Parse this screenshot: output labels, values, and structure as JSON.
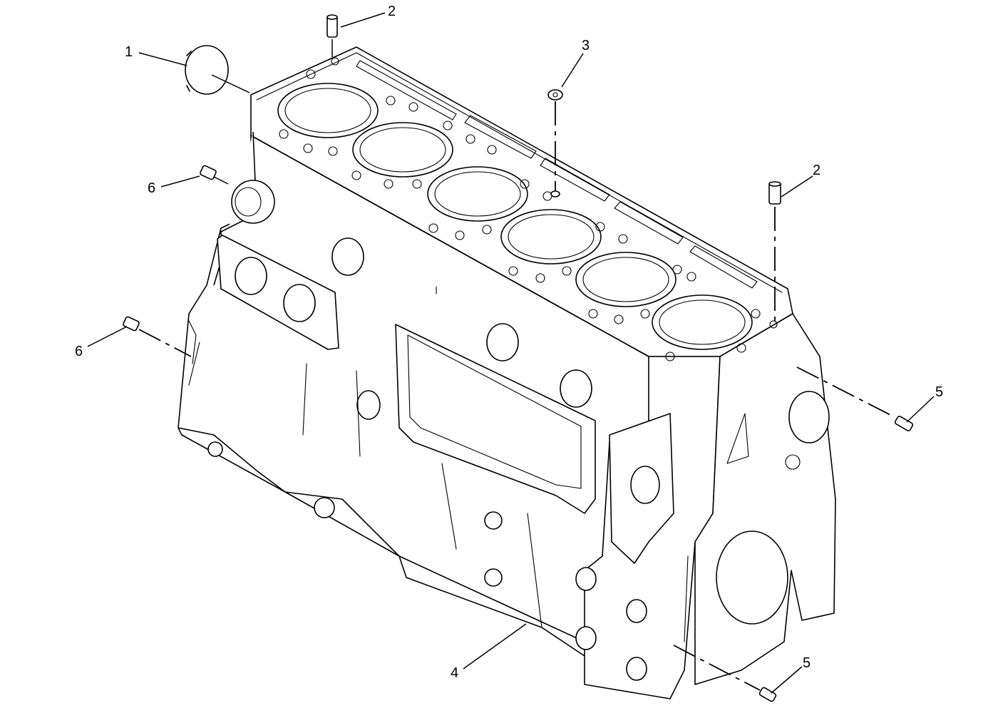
{
  "diagram": {
    "callouts": [
      {
        "id": "c1",
        "label": "1"
      },
      {
        "id": "c2a",
        "label": "2"
      },
      {
        "id": "c2b",
        "label": "2"
      },
      {
        "id": "c3",
        "label": "3"
      },
      {
        "id": "c4",
        "label": "4"
      },
      {
        "id": "c5a",
        "label": "5"
      },
      {
        "id": "c5b",
        "label": "5"
      },
      {
        "id": "c6a",
        "label": "6"
      },
      {
        "id": "c6b",
        "label": "6"
      }
    ]
  }
}
